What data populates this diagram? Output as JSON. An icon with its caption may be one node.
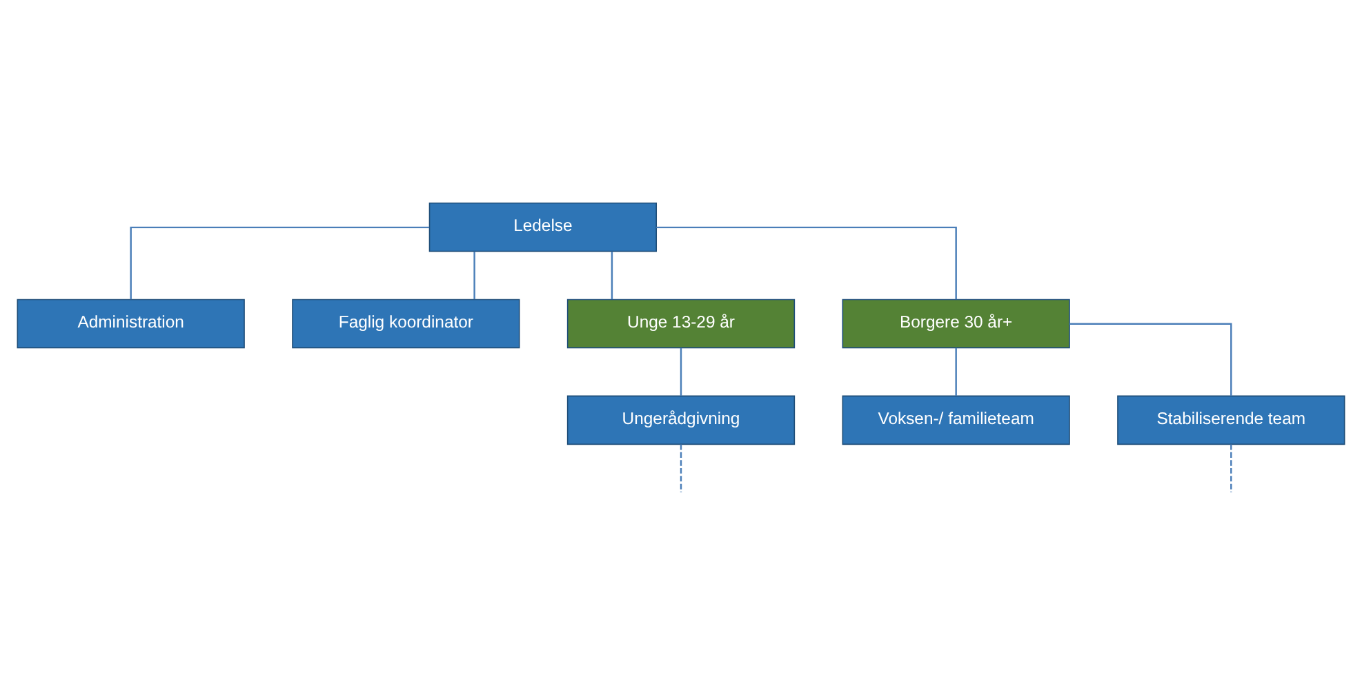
{
  "diagram": {
    "nodes": [
      {
        "text": [
          "Ledelse"
        ]
      },
      {
        "text": [
          "Administration"
        ]
      },
      {
        "text": [
          "Faglig koordinator"
        ]
      },
      {
        "text": [
          "Unge 13-29 år"
        ]
      },
      {
        "text": [
          "Borgere 30 år+"
        ]
      },
      {
        "text": [
          "Ungerådgivning"
        ]
      },
      {
        "text": [
          "Voksen-/ familieteam"
        ]
      },
      {
        "text": [
          "Stabiliserende team"
        ]
      }
    ],
    "edges": [
      {
        "from": 0,
        "to": 1,
        "arrow": "none"
      },
      {
        "from": 0,
        "to": 2,
        "arrow": "none"
      },
      {
        "from": 0,
        "to": 3,
        "arrow": "none"
      },
      {
        "from": 0,
        "to": 4,
        "arrow": "none"
      },
      {
        "from": 3,
        "to": 5,
        "arrow": "none"
      },
      {
        "from": 4,
        "to": 6,
        "arrow": "none"
      },
      {
        "from": 4,
        "to": 7,
        "arrow": "none"
      },
      {
        "from": 5,
        "to": null,
        "arrow": "none",
        "style": "dashed"
      },
      {
        "from": 7,
        "to": null,
        "arrow": "none",
        "style": "dashed"
      }
    ]
  }
}
